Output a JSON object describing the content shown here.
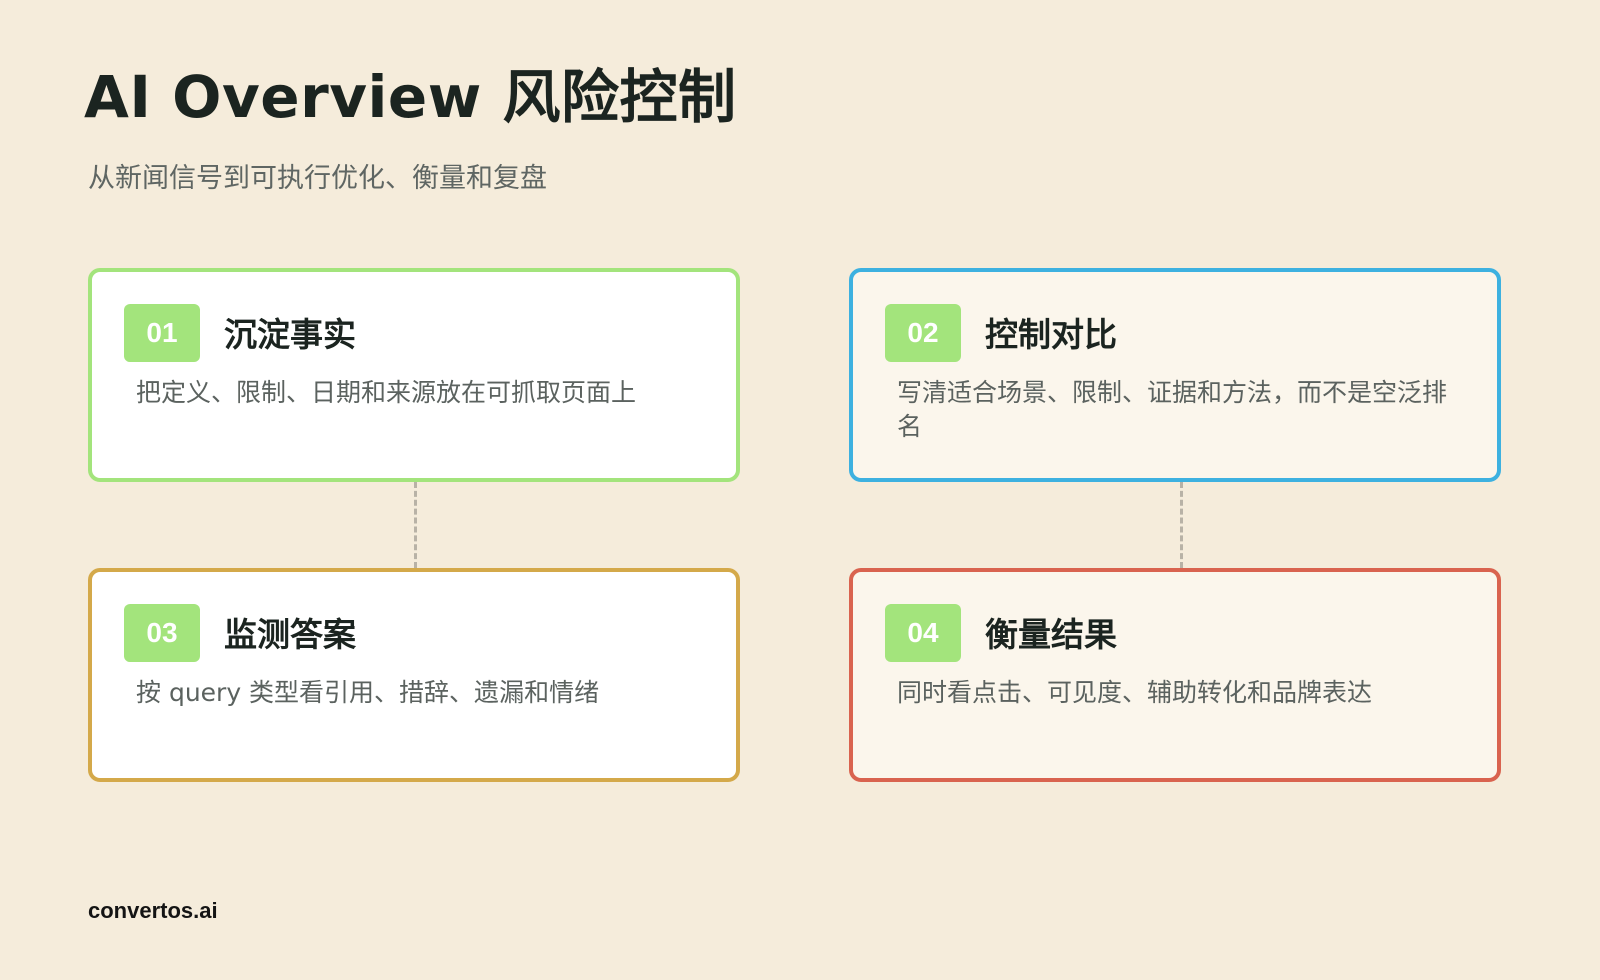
{
  "header": {
    "title": "AI Overview 风险控制",
    "subtitle": "从新闻信号到可执行优化、衡量和复盘"
  },
  "cards": [
    {
      "number": "01",
      "title": "沉淀事实",
      "description": "把定义、限制、日期和来源放在可抓取页面上",
      "border_color": "#a3e47c",
      "background": "#ffffff"
    },
    {
      "number": "02",
      "title": "控制对比",
      "description": "写清适合场景、限制、证据和方法，而不是空泛排名",
      "border_color": "#3db1e0",
      "background": "#fbf6ec"
    },
    {
      "number": "03",
      "title": "监测答案",
      "description": "按 query 类型看引用、措辞、遗漏和情绪",
      "border_color": "#d4a94a",
      "background": "#ffffff"
    },
    {
      "number": "04",
      "title": "衡量结果",
      "description": "同时看点击、可见度、辅助转化和品牌表达",
      "border_color": "#d9634f",
      "background": "#fbf6ec"
    }
  ],
  "badge_color": "#a3e47c",
  "footer": {
    "brand": "convertos.ai"
  }
}
